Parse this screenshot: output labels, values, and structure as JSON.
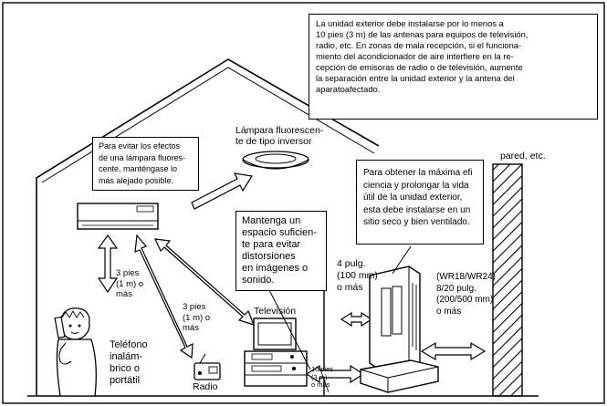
{
  "top_note": "La unidad exterior debe instalarse por lo menos a 10 pies (3 m) de las antenas para equipos de televisión, radio, etc. En zonas de mala recepción, si el funcionamiento del acondicionador de aire interfiere en la recepción de emisoras de radio o de televisión, aumente la separación entre la unidad exterior y la antena del aparatoafectado.",
  "top_note_lines": [
    "La unidad exterior debe instalarse por lo menos a",
    "10 pies (3 m) de las antenas para equipos de televisión,",
    "radio, etc. En zonas de mala recepción, si el funciona-",
    "miento del acondicionador de aire interfiere en la re-",
    "cepción de emisoras de radio o de televisión, aumente",
    "la separación entre la unidad exterior y la antena del",
    "aparatoafectado."
  ],
  "lamp_label": [
    "Lámpara fluorescen-",
    "te de tipo inversor"
  ],
  "fluorescent_note": [
    "Para evitar los efectos",
    "de una lámpara fluores-",
    "cente, manténgase lo",
    "más alejado posible."
  ],
  "space_note": [
    "Mantenga un",
    "espacio suficien-",
    "te para evitar",
    "distorsiones",
    "en imágenes o",
    "sonido."
  ],
  "outdoor_note": [
    "Para obtener la máxima efi",
    "ciencia y prolongar la vida",
    "útil de la unidad exterior,",
    "esta debe instalarse en un",
    "sitio seco y bien ventilado."
  ],
  "wall_label": "pared, etc.",
  "dist_phone": [
    "3 pies",
    "(1 m) o",
    "más"
  ],
  "dist_radio": [
    "3 pies",
    "(1 m) o",
    "más"
  ],
  "dist_wall_left": [
    "4 pulg.",
    "(100 mm)",
    "o más"
  ],
  "dist_wall_right": [
    "(WR18/WR24)",
    "8/20 pulg.",
    "(200/500 mm)",
    "o más"
  ],
  "dist_tv": [
    "10 pies",
    "(3 m)",
    "o más"
  ],
  "tv_label": "Televisión",
  "radio_label": "Radio",
  "phone_label": [
    "Teléfono",
    "inalám-",
    "brico o",
    "portátil"
  ],
  "colors": {
    "line": "#000000",
    "fill": "#ffffff",
    "shade": "#d8d8d8"
  }
}
